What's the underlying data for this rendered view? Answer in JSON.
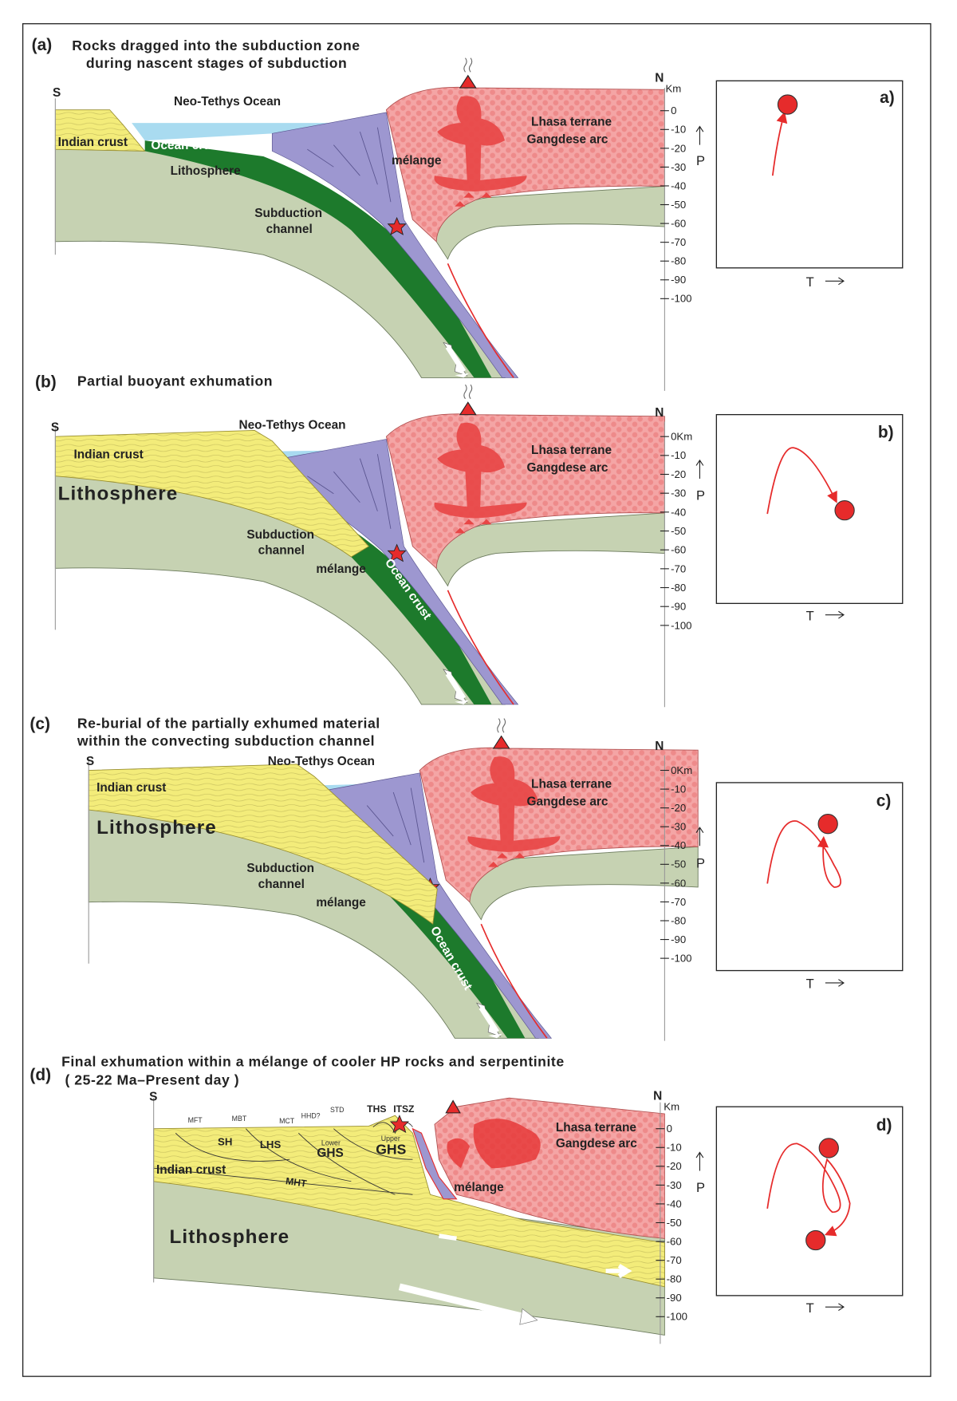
{
  "figure": {
    "panels": [
      {
        "label": "(a)",
        "title_lines": [
          "Rocks dragged into the subduction zone",
          "during nascent stages of subduction"
        ],
        "south": "S",
        "north": "N",
        "km": "Km",
        "labels": {
          "ocean": "Neo-Tethys Ocean",
          "indian_crust": "Indian crust",
          "ocean_crust": "Ocean crust",
          "lithosphere": "Lithosphere",
          "channel_1": "Subduction",
          "channel_2": "channel",
          "melange": "mélange",
          "lhasa": "Lhasa terrane",
          "arc": "Gangdese arc"
        },
        "depth_ticks": [
          "0",
          "-10",
          "-20",
          "-30",
          "-40",
          "-50",
          "-60",
          "-70",
          "-80",
          "-90",
          "-100"
        ],
        "pt_label": "a)",
        "p_axis": "P",
        "t_axis": "T"
      },
      {
        "label": "(b)",
        "title_lines": [
          "Partial buoyant exhumation"
        ],
        "south": "S",
        "north": "N",
        "labels": {
          "ocean": "Neo-Tethys Ocean",
          "indian_crust": "Indian crust",
          "ocean_crust": "Ocean crust",
          "lithosphere": "Lithosphere",
          "channel_1": "Subduction",
          "channel_2": "channel",
          "melange": "mélange",
          "lhasa": "Lhasa terrane",
          "arc": "Gangdese arc"
        },
        "depth_ticks": [
          "0Km",
          "-10",
          "-20",
          "-30",
          "-40",
          "-50",
          "-60",
          "-70",
          "-80",
          "-90",
          "-100"
        ],
        "pt_label": "b)",
        "p_axis": "P",
        "t_axis": "T"
      },
      {
        "label": "(c)",
        "title_lines": [
          "Re-burial of the partially exhumed material",
          "within the convecting subduction channel"
        ],
        "south": "S",
        "north": "N",
        "labels": {
          "ocean": "Neo-Tethys Ocean",
          "indian_crust": "Indian crust",
          "ocean_crust": "Ocean crust",
          "lithosphere": "Lithosphere",
          "channel_1": "Subduction",
          "channel_2": "channel",
          "melange": "mélange",
          "lhasa": "Lhasa terrane",
          "arc": "Gangdese arc"
        },
        "depth_ticks": [
          "0Km",
          "-10",
          "-20",
          "-30",
          "-40",
          "-50",
          "-60",
          "-70",
          "-80",
          "-90",
          "-100"
        ],
        "pt_label": "c)",
        "p_axis": "P",
        "t_axis": "T"
      },
      {
        "label": "(d)",
        "title_lines": [
          "Final exhumation within a mélange of cooler HP rocks and serpentinite",
          "( 25-22 Ma–Present day )"
        ],
        "south": "S",
        "north": "N",
        "km": "Km",
        "labels": {
          "indian_crust": "Indian crust",
          "lithosphere": "Lithosphere",
          "melange": "mélange",
          "lhasa": "Lhasa terrane",
          "arc": "Gangdese arc",
          "mft": "MFT",
          "mbt": "MBT",
          "mct": "MCT",
          "hhd": "HHD?",
          "std": "STD",
          "ths": "THS",
          "itsz": "ITSZ",
          "sh": "SH",
          "lhs": "LHS",
          "lower": "Lower",
          "ghs_lower": "GHS",
          "upper": "Upper",
          "ghs_upper": "GHS",
          "mht": "MHT"
        },
        "depth_ticks": [
          "0",
          "-10",
          "-20",
          "-30",
          "-40",
          "-50",
          "-60",
          "-70",
          "-80",
          "-90",
          "-100"
        ],
        "pt_label": "d)",
        "p_axis": "P",
        "t_axis": "T"
      }
    ],
    "colors": {
      "indian_crust": "#f3ec7a",
      "ocean": "#a9dbf0",
      "lithosphere": "#c6d2b2",
      "ocean_crust": "#1d7a2c",
      "melange": "#9d97d0",
      "lhasa": "#f4a5a5",
      "plume": "#e63a3a"
    }
  }
}
